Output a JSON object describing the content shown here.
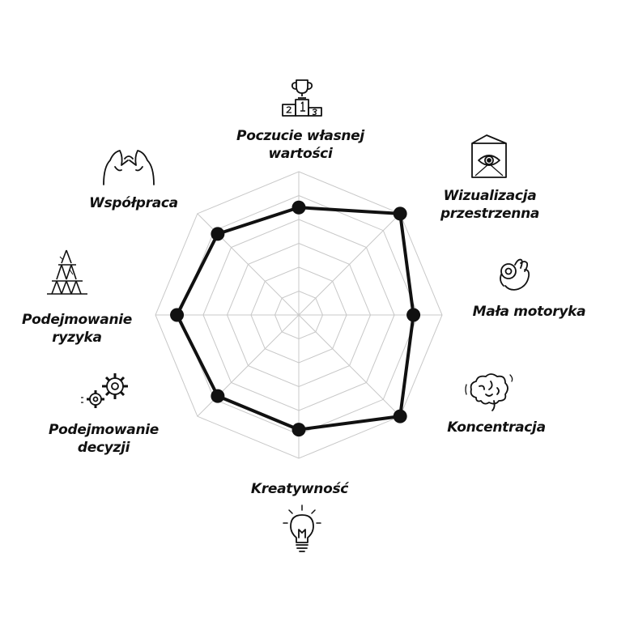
{
  "chart_data": {
    "type": "radar",
    "axes": [
      "Poczucie własnej\nwartości",
      "Wizualizacja\nprzestrzenna",
      "Mała motoryka",
      "Koncentracja",
      "Kreatywność",
      "Podejmowanie\ndecyzji",
      "Podejmowanie\nryzyka",
      "Współpraca"
    ],
    "scale_max": 10,
    "grid_levels": 6,
    "grid": true,
    "values": [
      7.5,
      10,
      8,
      10,
      8,
      8,
      8.5,
      8
    ]
  },
  "icons": [
    "trophy-podium-icon",
    "eye-cube-icon",
    "hand-fingers-icon",
    "brain-icon",
    "lightbulb-icon",
    "gears-icon",
    "card-house-icon",
    "pinky-promise-icon"
  ],
  "colors": {
    "line": "#111111",
    "grid": "#c8c8c8",
    "text": "#111111"
  }
}
